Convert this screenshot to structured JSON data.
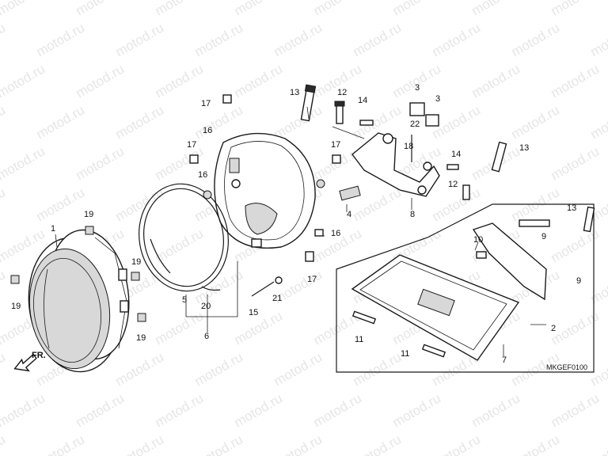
{
  "watermark": "motod.ru",
  "diagram_code": "MKGEF0100",
  "front_marker": "FR.",
  "callouts": [
    {
      "id": "c1",
      "text": "1"
    },
    {
      "id": "c2",
      "text": "2"
    },
    {
      "id": "c3a",
      "text": "3"
    },
    {
      "id": "c3b",
      "text": "3"
    },
    {
      "id": "c4",
      "text": "4"
    },
    {
      "id": "c5",
      "text": "5"
    },
    {
      "id": "c6",
      "text": "6"
    },
    {
      "id": "c7",
      "text": "7"
    },
    {
      "id": "c8",
      "text": "8"
    },
    {
      "id": "c9a",
      "text": "9"
    },
    {
      "id": "c9b",
      "text": "9"
    },
    {
      "id": "c10",
      "text": "10"
    },
    {
      "id": "c11a",
      "text": "11"
    },
    {
      "id": "c11b",
      "text": "11"
    },
    {
      "id": "c12a",
      "text": "12"
    },
    {
      "id": "c12b",
      "text": "12"
    },
    {
      "id": "c13a",
      "text": "13"
    },
    {
      "id": "c13b",
      "text": "13"
    },
    {
      "id": "c13c",
      "text": "13"
    },
    {
      "id": "c14a",
      "text": "14"
    },
    {
      "id": "c14b",
      "text": "14"
    },
    {
      "id": "c15",
      "text": "15"
    },
    {
      "id": "c16a",
      "text": "16"
    },
    {
      "id": "c16b",
      "text": "16"
    },
    {
      "id": "c16c",
      "text": "16"
    },
    {
      "id": "c17a",
      "text": "17"
    },
    {
      "id": "c17b",
      "text": "17"
    },
    {
      "id": "c17c",
      "text": "17"
    },
    {
      "id": "c17d",
      "text": "17"
    },
    {
      "id": "c18",
      "text": "18"
    },
    {
      "id": "c19a",
      "text": "19"
    },
    {
      "id": "c19b",
      "text": "19"
    },
    {
      "id": "c19c",
      "text": "19"
    },
    {
      "id": "c19d",
      "text": "19"
    },
    {
      "id": "c20",
      "text": "20"
    },
    {
      "id": "c21",
      "text": "21"
    },
    {
      "id": "c22",
      "text": "22"
    }
  ]
}
